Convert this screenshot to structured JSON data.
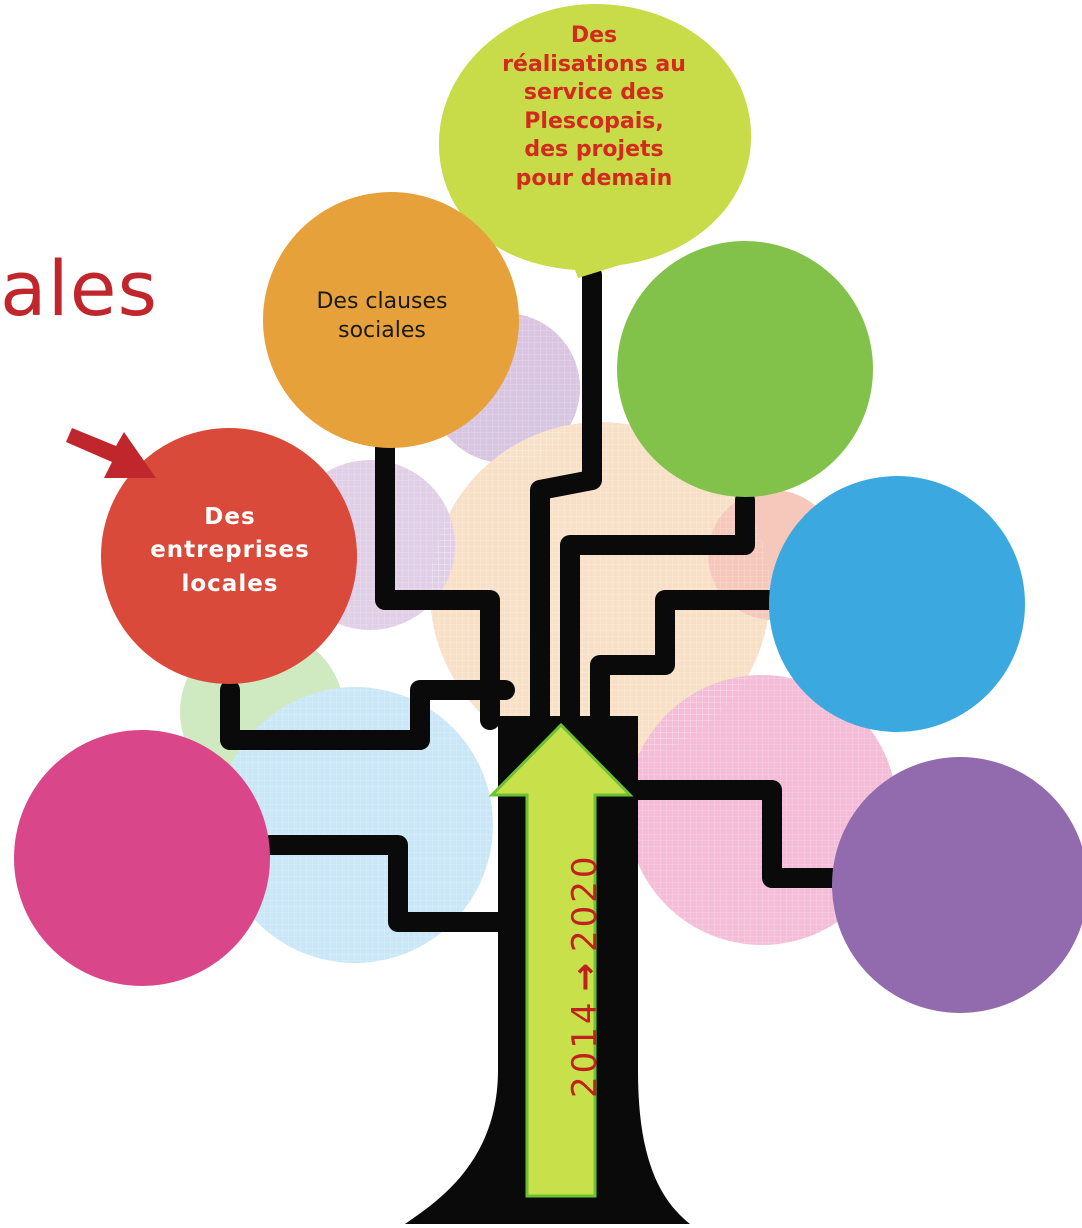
{
  "title_fragment": "ales",
  "bubbles": {
    "top_speech": {
      "lines": [
        "Des",
        "réalisations au",
        "service des",
        "Plescopais,",
        "des projets",
        "pour demain"
      ],
      "color": "#c8dc4a",
      "text_color": "#d22a1e"
    },
    "orange": {
      "lines": [
        "Des clauses",
        "sociales"
      ],
      "color": "#e6a13a"
    },
    "red": {
      "lines": [
        "Des",
        "entreprises",
        "locales"
      ],
      "color": "#d94a3a"
    },
    "green": {
      "color": "#82c24a"
    },
    "blue": {
      "color": "#3ba9df"
    },
    "pink": {
      "color": "#d9478a"
    },
    "purple": {
      "color": "#926aae"
    }
  },
  "trunk_arrow": {
    "from": "2014",
    "symbol": "→",
    "to": "2020",
    "color": "#c8e04a",
    "text_color": "#c21f1f"
  },
  "pointer_arrow_color": "#c0272d",
  "tree_color": "#0a0a0a"
}
